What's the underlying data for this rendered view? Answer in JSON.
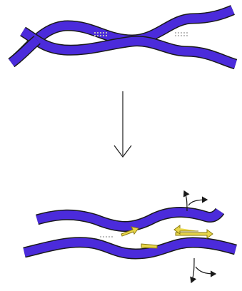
{
  "diagram": {
    "colors": {
      "strand_fill": "#4b2bdb",
      "strand_outline": "#1a1a1a",
      "bond": "#bdbdbd",
      "probe_fill": "#e8d64a",
      "probe_outline": "#8a7a10",
      "arrow": "#1a1a1a",
      "background": "#ffffff"
    },
    "top_panel": {
      "strands": [
        "strand-upper",
        "strand-lower"
      ],
      "bonds": [
        "bond-left",
        "bond-right"
      ]
    },
    "process_arrow": {
      "direction": "down"
    },
    "bottom_panel": {
      "strands": [
        "strand-upper",
        "strand-lower"
      ],
      "probes": [
        "probe-1",
        "probe-2",
        "probe-3"
      ],
      "side_arrows": [
        "split-arrow-top",
        "split-arrow-bottom"
      ]
    }
  }
}
